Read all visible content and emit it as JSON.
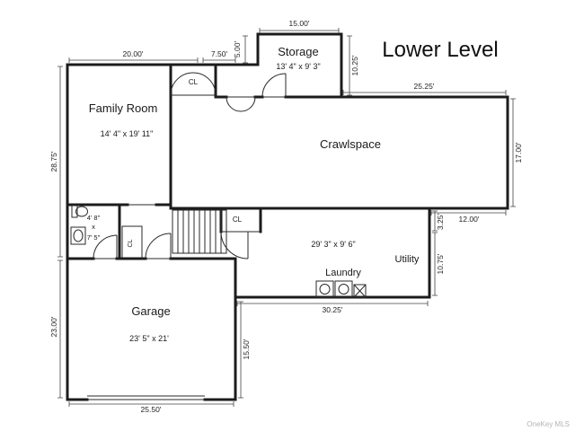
{
  "title": "Lower Level",
  "watermark": "OneKey MLS",
  "labels": {
    "storage_name": "Storage",
    "storage_dims": "13' 4\" x 9' 3\"",
    "family_name": "Family Room",
    "family_dims": "14' 4\" x 19' 11\"",
    "crawlspace_name": "Crawlspace",
    "laundry_name": "Laundry",
    "laundry_dims": "29' 3\" x 9' 6\"",
    "utility_name": "Utility",
    "garage_name": "Garage",
    "garage_dims": "23' 5\" x 21'",
    "closet": "CL",
    "bath_width": "4' 8\"",
    "bath_sep": "x",
    "bath_length": "7' 5\""
  },
  "dims": {
    "storage_width": "15.00'",
    "storage_height": "10.25'",
    "family_width": "20.00'",
    "entry_width": "7.50'",
    "storage_offset": "5.00'",
    "crawl_width": "25.25'",
    "crawl_height": "17.00'",
    "left_upper": "28.75'",
    "left_lower": "23.00'",
    "utility_width": "12.00'",
    "utility_step": "3.25'",
    "utility_height": "10.75'",
    "laundry_width": "30.25'",
    "garage_right": "15.50'",
    "garage_width": "25.50'"
  }
}
